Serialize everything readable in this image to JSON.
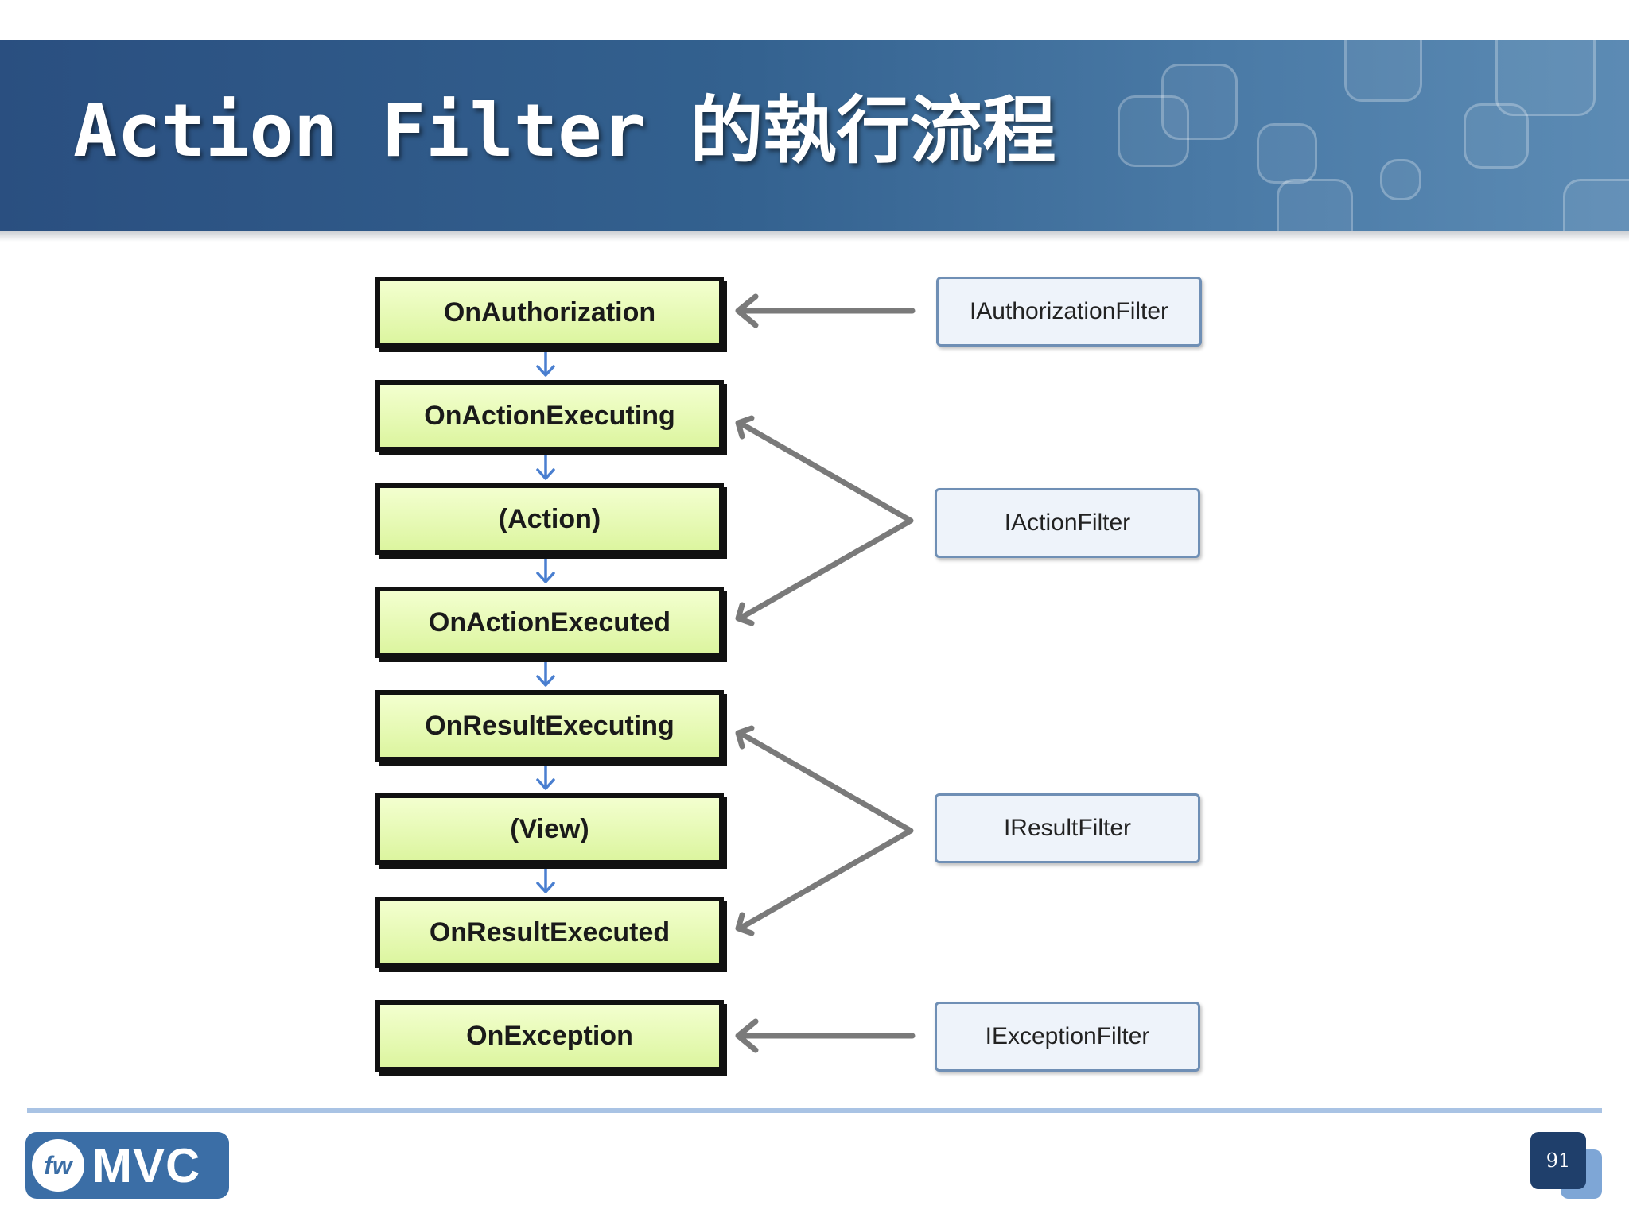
{
  "slide": {
    "title": "Action Filter 的執行流程",
    "page_number": "91"
  },
  "flow_steps": [
    "OnAuthorization",
    "OnActionExecuting",
    "(Action)",
    "OnActionExecuted",
    "OnResultExecuting",
    "(View)",
    "OnResultExecuted",
    "OnException"
  ],
  "filter_interfaces": [
    {
      "label": "IAuthorizationFilter",
      "targets": [
        "OnAuthorization"
      ]
    },
    {
      "label": "IActionFilter",
      "targets": [
        "OnActionExecuting",
        "OnActionExecuted"
      ]
    },
    {
      "label": "IResultFilter",
      "targets": [
        "OnResultExecuting",
        "OnResultExecuted"
      ]
    },
    {
      "label": "IExceptionFilter",
      "targets": [
        "OnException"
      ]
    }
  ],
  "logo": {
    "badge_text": "fw",
    "product_text": "MVC"
  },
  "colors": {
    "banner": "#2a4f80",
    "step_fill": "#dcf59f",
    "step_border": "#111111",
    "interface_border": "#6f8fb5",
    "flow_arrow": "#4a7fd0",
    "link_arrow": "#7a7a7a",
    "footer_line": "#a9c3e4"
  }
}
